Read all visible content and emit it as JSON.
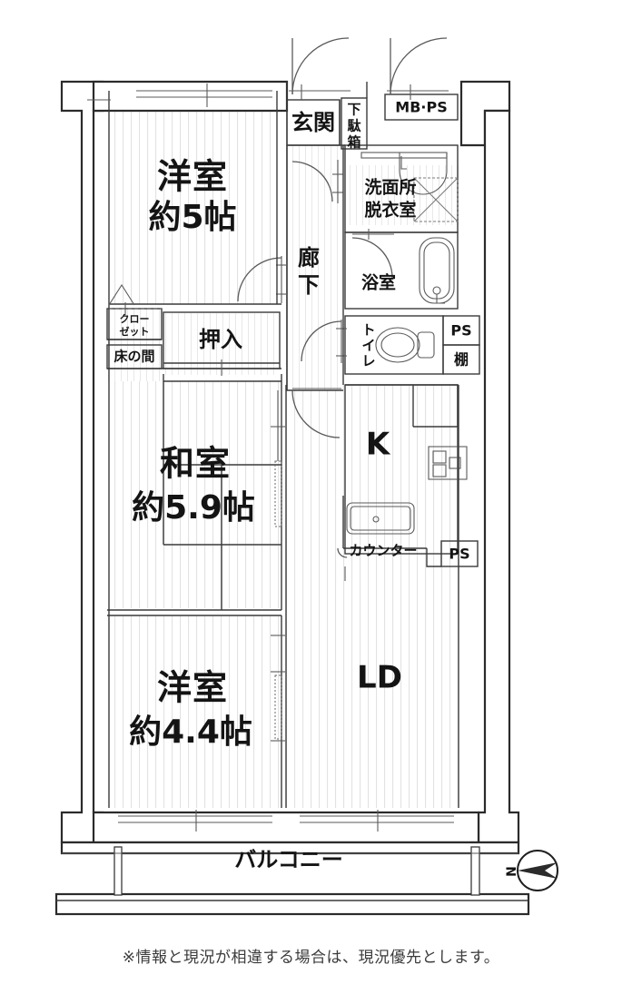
{
  "document": {
    "type": "floor-plan",
    "language": "ja",
    "footer_note": "※情報と現況が相違する場合は、現況優先とします。"
  },
  "rooms": [
    {
      "id": "youshitsu5",
      "name": "洋室",
      "size": "約5帖",
      "kind": "western-room"
    },
    {
      "id": "washitsu",
      "name": "和室",
      "size": "約5.9帖",
      "kind": "japanese-room"
    },
    {
      "id": "youshitsu44",
      "name": "洋室",
      "size": "約4.4帖",
      "kind": "western-room"
    },
    {
      "id": "ld",
      "name": "LD",
      "size": "",
      "kind": "living-dining"
    },
    {
      "id": "kitchen",
      "name": "K",
      "size": "",
      "kind": "kitchen"
    }
  ],
  "labels": {
    "genkan": "玄関",
    "getabako": "下駄箱",
    "mb_ps": "MB·PS",
    "senmenjo": "洗面所",
    "datsuishitsu": "脱衣室",
    "rouka": "廊下",
    "yokushitsu": "浴室",
    "toilet": "トイレ",
    "ps_top": "PS",
    "tana": "棚",
    "ps_kitchen": "PS",
    "counter": "カウンター",
    "closet": "クロー\nゼット",
    "closet_line1": "クロー",
    "closet_line2": "ゼット",
    "tokonoma": "床の間",
    "oshiire": "押入",
    "balcony": "バルコニー"
  },
  "compass": {
    "name": "north-compass",
    "north_label": "N",
    "direction": "west"
  },
  "colors": {
    "wall": "#2b2b2b",
    "thin_line": "#3a3a3a",
    "text": "#141414",
    "background": "#ffffff",
    "note_text": "#3b3b3b"
  }
}
